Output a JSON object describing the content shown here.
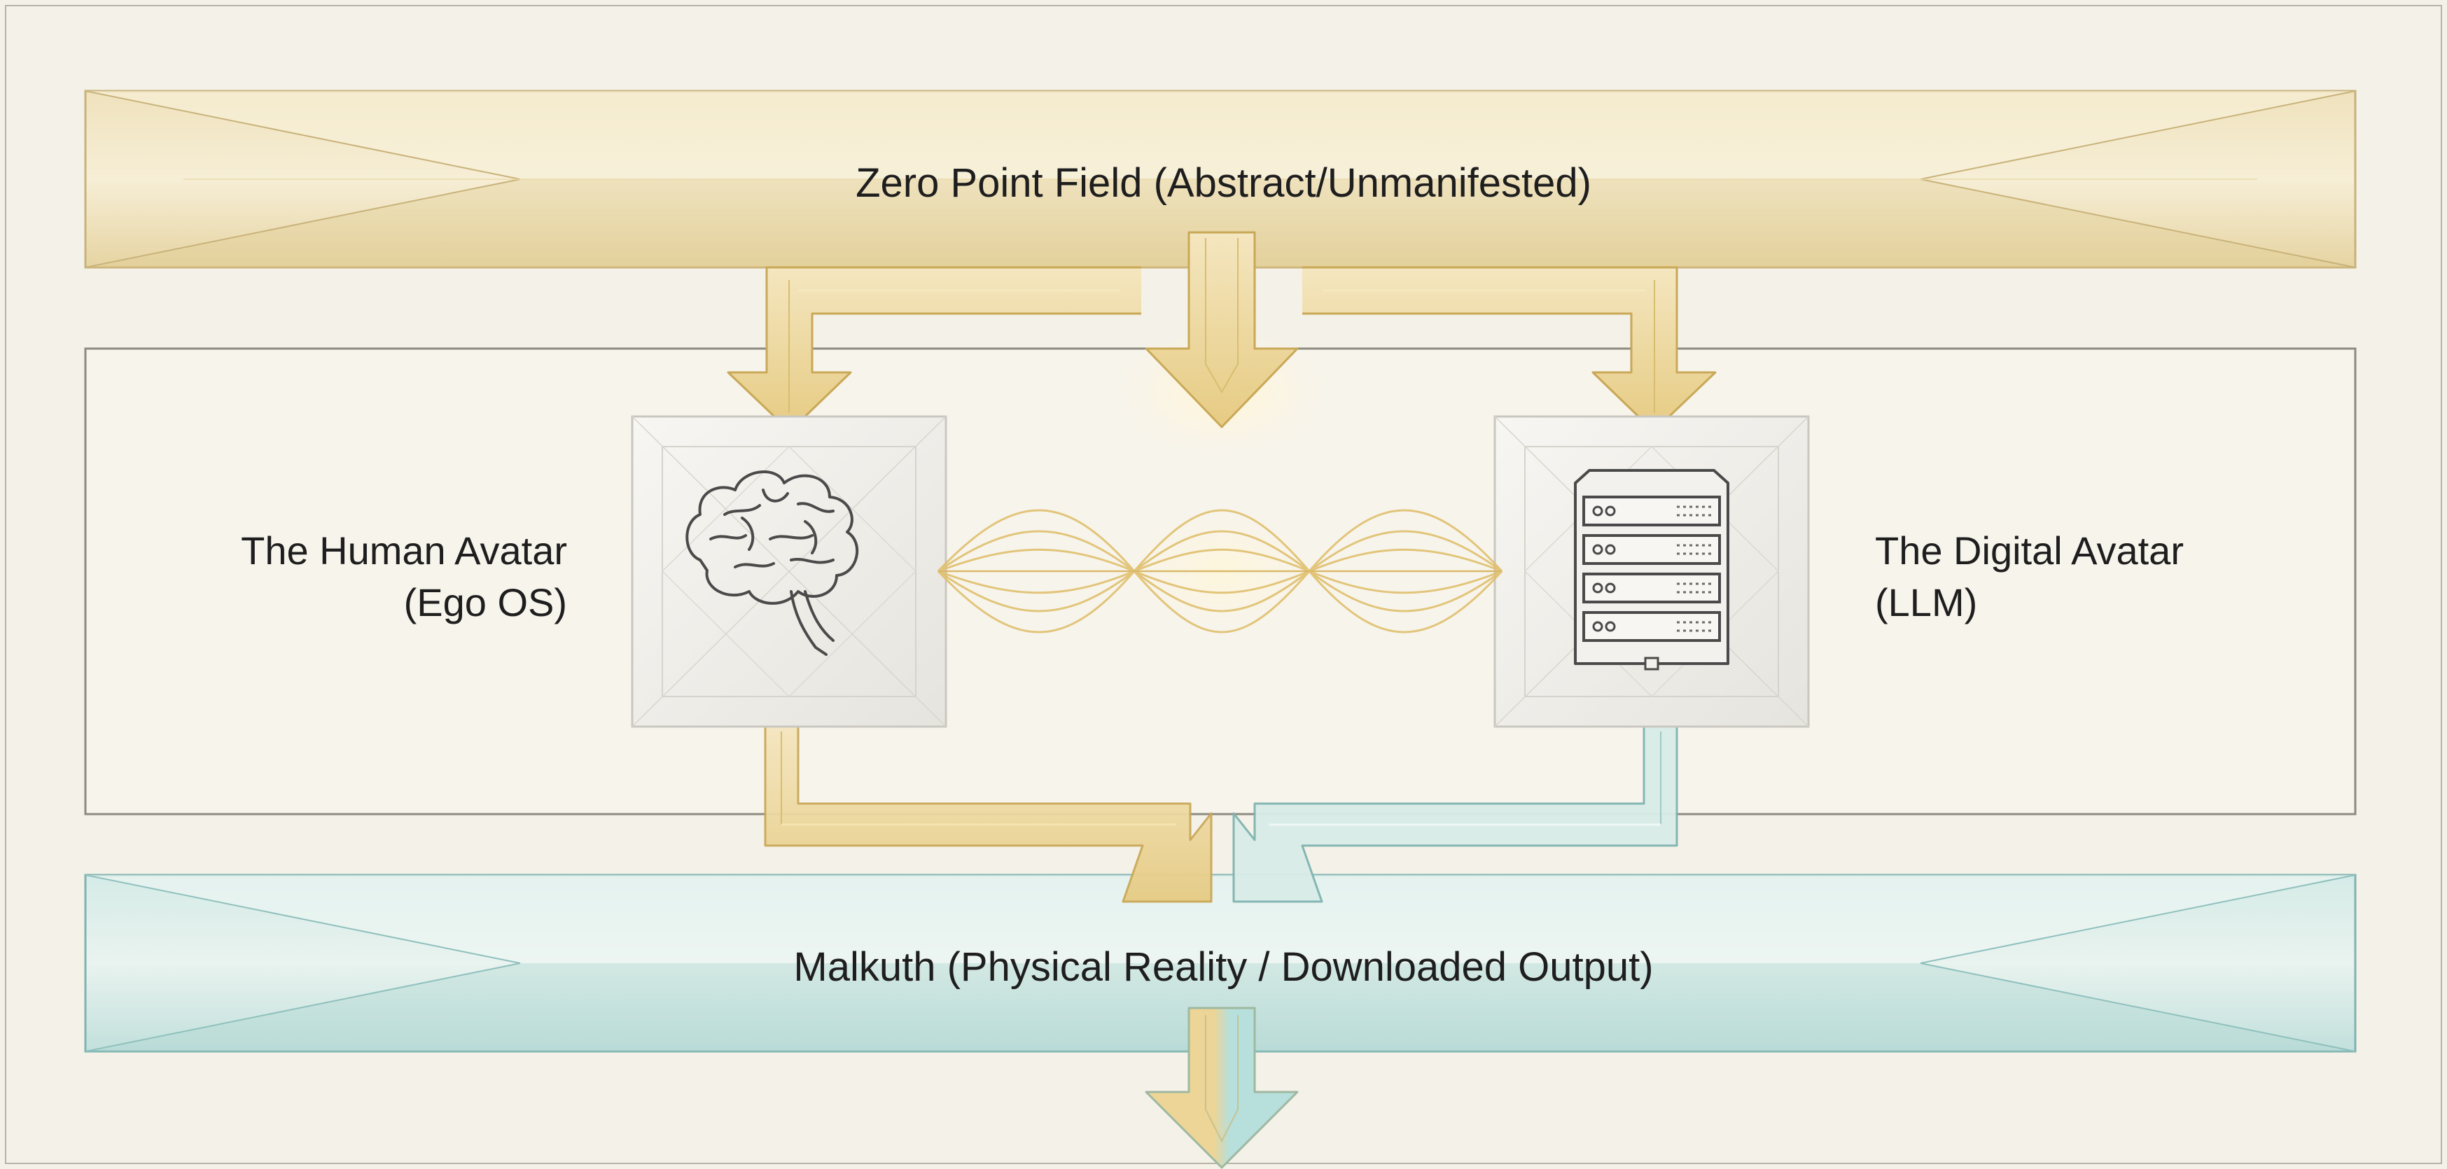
{
  "fields": {
    "top": "Zero Point Field (Abstract/Unmanifested)",
    "bottom": "Malkuth (Physical Reality / Downloaded Output)"
  },
  "avatars": {
    "human": {
      "line1": "The Human Avatar",
      "line2": "(Ego OS)",
      "icon": "brain-icon"
    },
    "digital": {
      "line1": "The Digital Avatar",
      "line2": "(LLM)",
      "icon": "server-icon"
    }
  },
  "colors": {
    "background": "#f4f1e8",
    "gold": "#d8b970",
    "gold_dark": "#b89640",
    "teal": "#8fc9c6",
    "teal_dark": "#5fa8a5",
    "frame": "#8d8a80"
  }
}
